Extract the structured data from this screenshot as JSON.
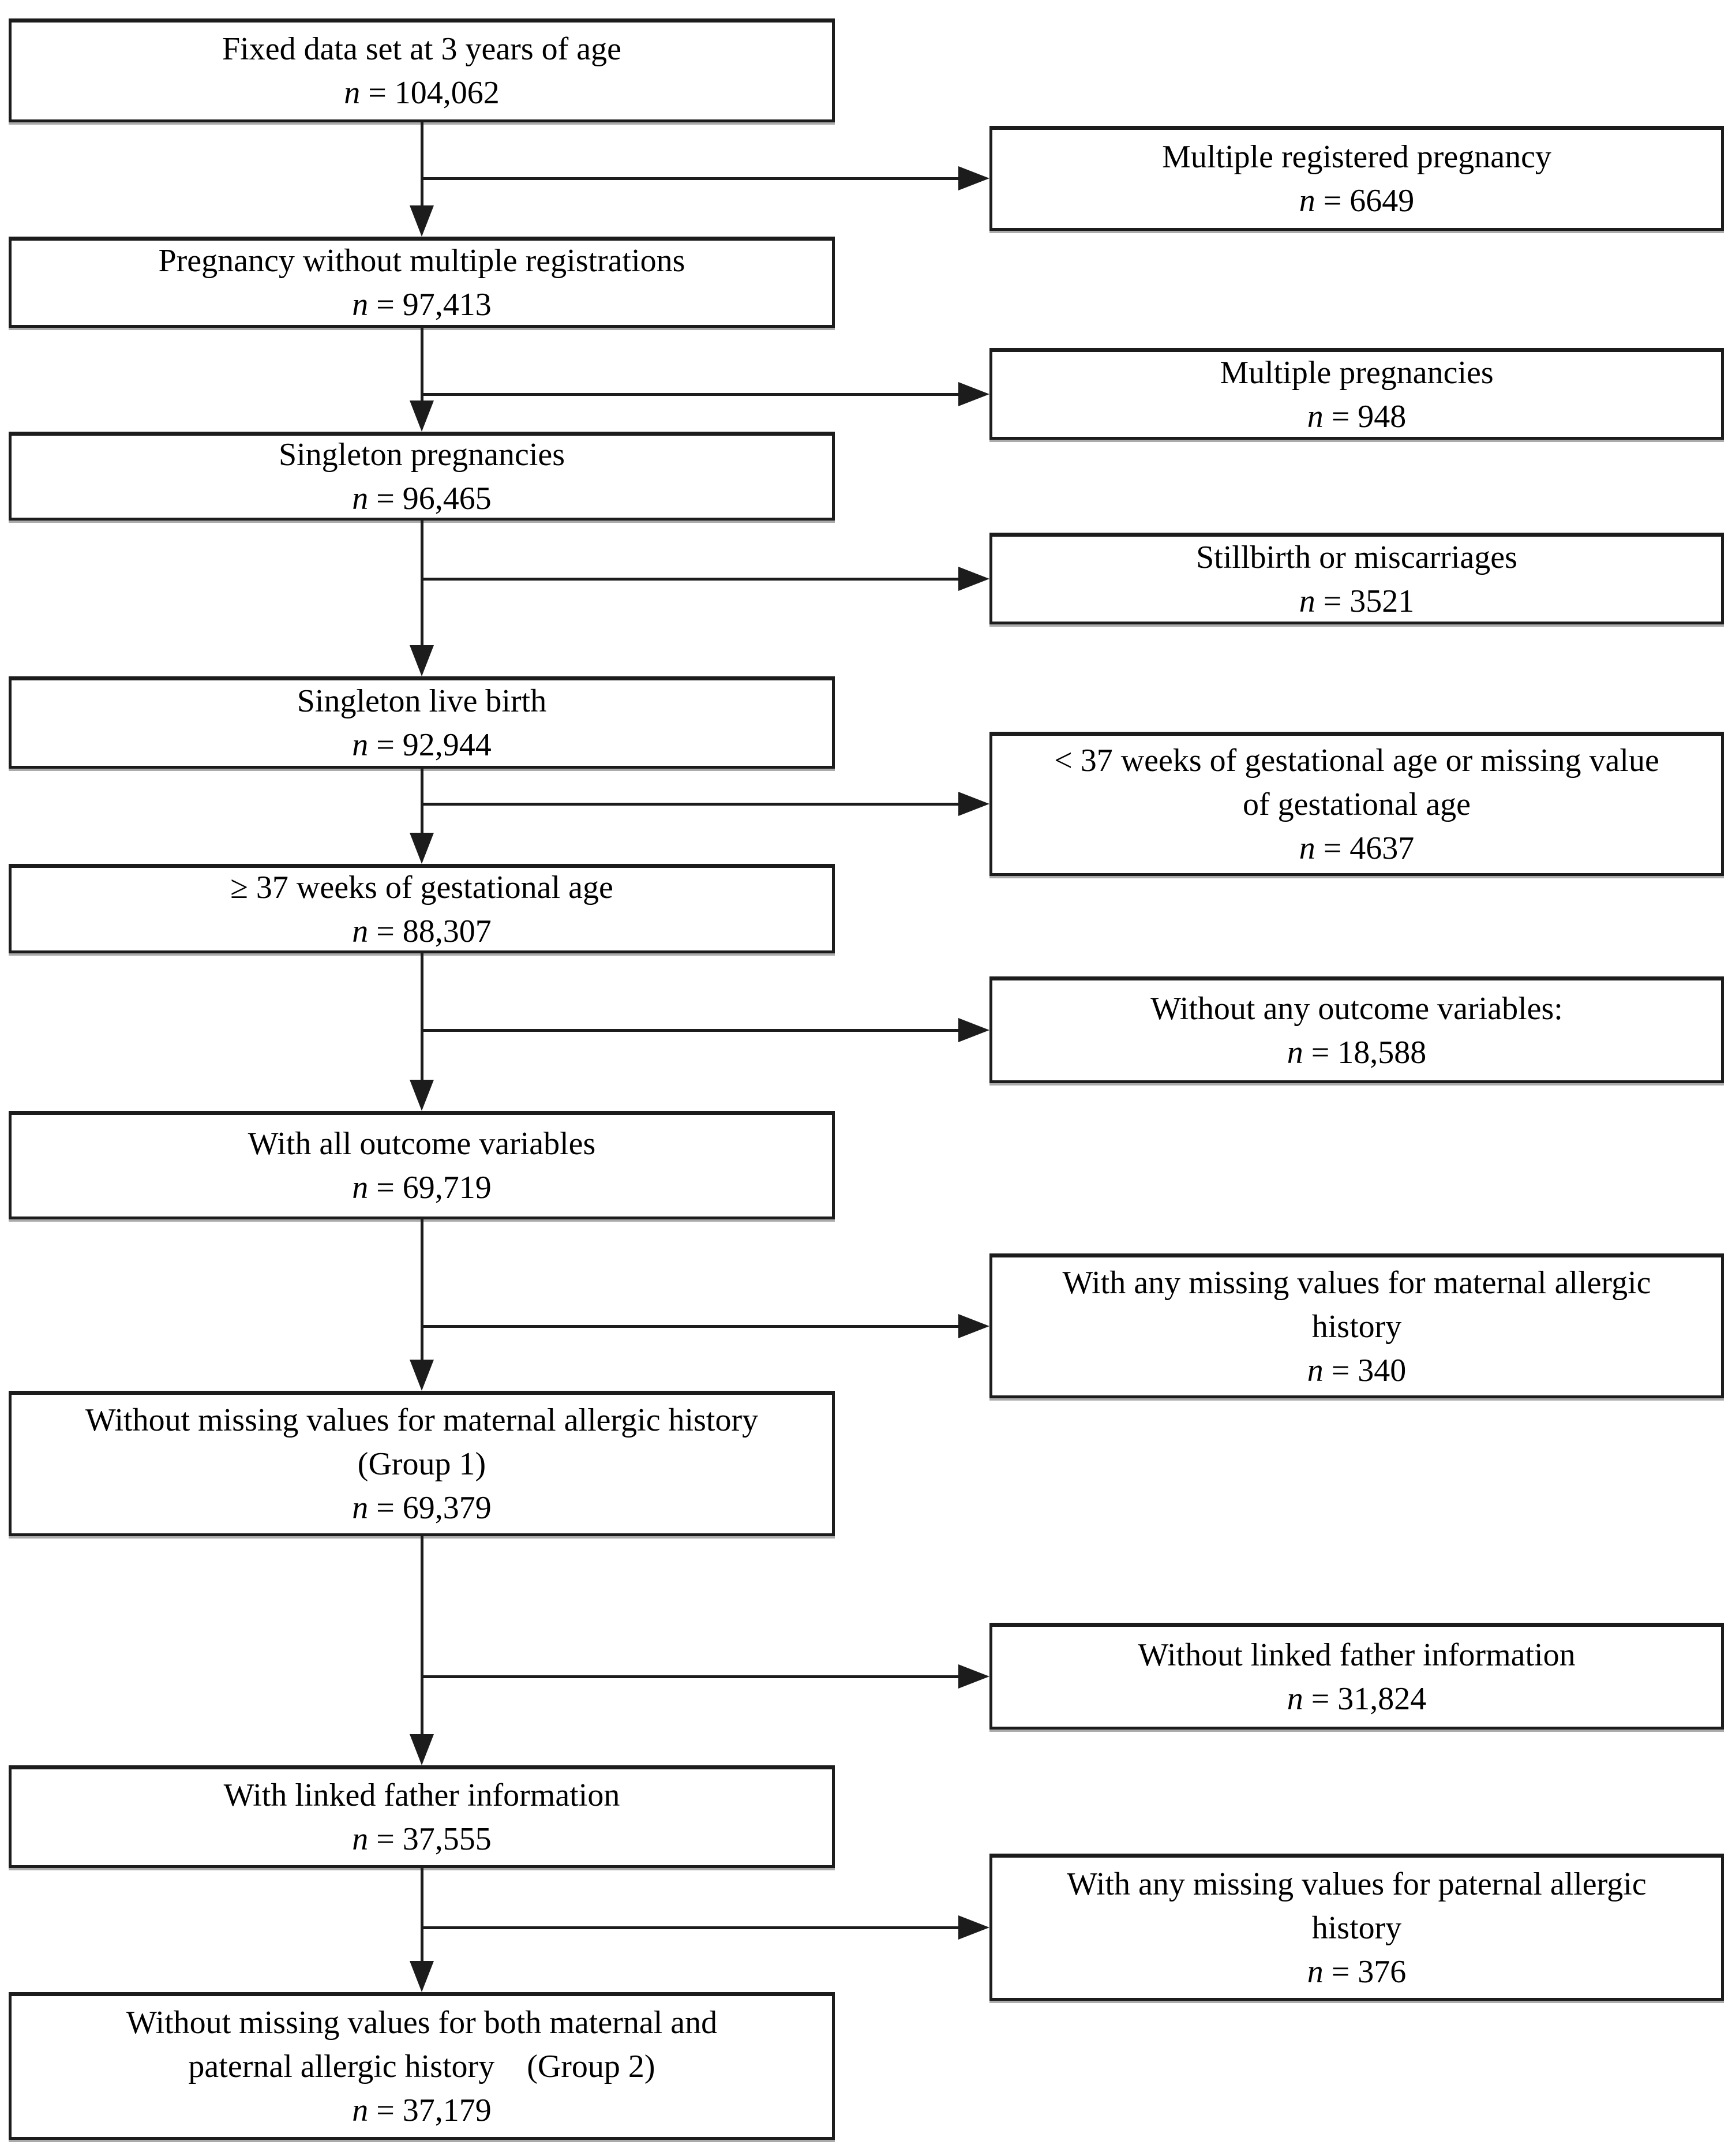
{
  "flowchart": {
    "colors": {
      "background": "#ffffff",
      "box_fill": "#ffffff",
      "box_border": "#1c1c1c",
      "connector_line": "#1c1c1c",
      "text": "#000000"
    },
    "main_boxes": [
      {
        "lines": [
          "Fixed data set at 3 years of age",
          "n = 104,062"
        ]
      },
      {
        "lines": [
          "Pregnancy without multiple registrations",
          "n = 97,413"
        ]
      },
      {
        "lines": [
          "Singleton pregnancies",
          "n = 96,465"
        ]
      },
      {
        "lines": [
          "Singleton live birth",
          "n = 92,944"
        ]
      },
      {
        "lines": [
          "≥ 37 weeks of gestational age",
          "n = 88,307"
        ]
      },
      {
        "lines": [
          "With all outcome variables",
          "n = 69,719"
        ]
      },
      {
        "lines": [
          "Without missing values for maternal allergic history",
          "(Group 1)",
          "n = 69,379"
        ]
      },
      {
        "lines": [
          "With linked father information",
          "n = 37,555"
        ]
      },
      {
        "lines": [
          "Without missing values for both maternal and",
          "paternal allergic history    (Group 2)",
          "n = 37,179"
        ]
      }
    ],
    "side_boxes": [
      {
        "lines": [
          "Multiple registered pregnancy",
          "n = 6649"
        ]
      },
      {
        "lines": [
          "Multiple pregnancies",
          "n = 948"
        ]
      },
      {
        "lines": [
          "Stillbirth or miscarriages",
          "n = 3521"
        ]
      },
      {
        "lines": [
          "< 37 weeks of gestational age or missing value",
          "of gestational age",
          "n = 4637"
        ]
      },
      {
        "lines": [
          "Without any outcome variables:",
          "n = 18,588"
        ]
      },
      {
        "lines": [
          "With any missing values for maternal allergic",
          "history",
          "n = 340"
        ]
      },
      {
        "lines": [
          "Without linked father information",
          "n = 31,824"
        ]
      },
      {
        "lines": [
          "With any missing values for paternal allergic",
          "history",
          "n = 376"
        ]
      }
    ]
  }
}
